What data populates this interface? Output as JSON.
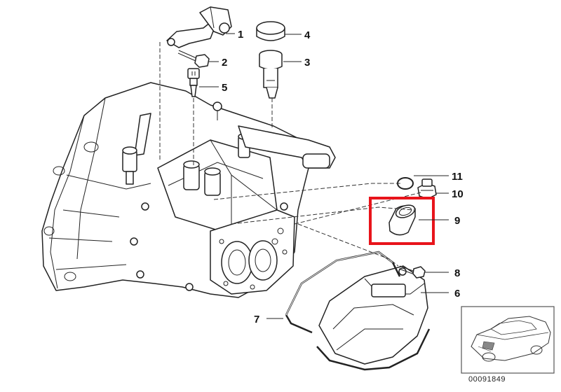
{
  "callouts": [
    {
      "id": "1",
      "label": "1"
    },
    {
      "id": "2",
      "label": "2"
    },
    {
      "id": "3",
      "label": "3"
    },
    {
      "id": "4",
      "label": "4"
    },
    {
      "id": "5",
      "label": "5"
    },
    {
      "id": "6",
      "label": "6"
    },
    {
      "id": "7",
      "label": "7"
    },
    {
      "id": "8",
      "label": "8"
    },
    {
      "id": "9",
      "label": "9"
    },
    {
      "id": "10",
      "label": "10"
    },
    {
      "id": "11",
      "label": "11"
    }
  ],
  "highlight": {
    "part": "9",
    "color": "#e8141b"
  },
  "reference_number": "00091849",
  "colors": {
    "line": "#222222",
    "highlight": "#e8141b",
    "thumb_border": "#555555"
  }
}
